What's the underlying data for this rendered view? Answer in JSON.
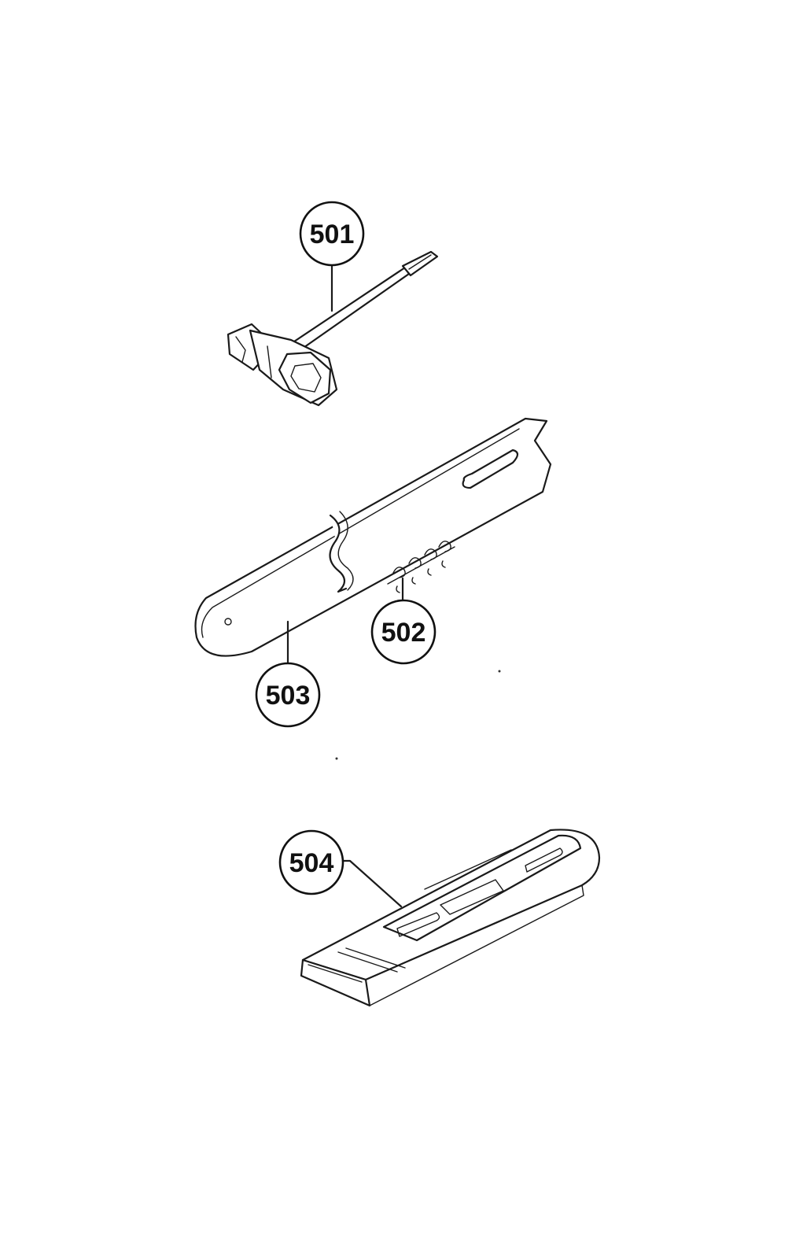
{
  "callouts": {
    "c501": "501",
    "c502": "502",
    "c503": "503",
    "c504": "504"
  },
  "colors": {
    "line": "#1a1a1a",
    "background": "#ffffff"
  }
}
